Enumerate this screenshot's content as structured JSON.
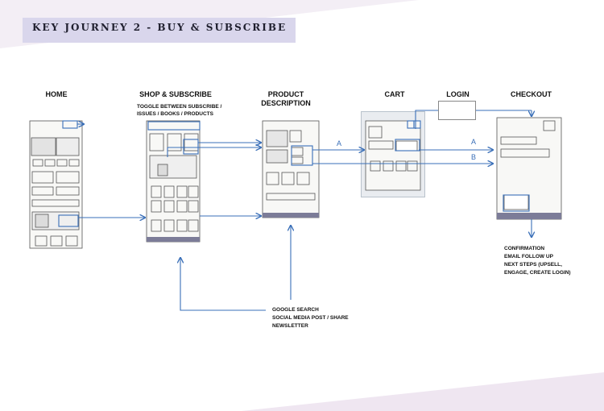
{
  "header": {
    "title": "KEY JOURNEY 2 - BUY & SUBSCRIBE"
  },
  "stages": {
    "home": "HOME",
    "shop": "SHOP & SUBSCRIBE",
    "product_line1": "PRODUCT",
    "product_line2": "DESCRIPTION",
    "cart": "CART",
    "login": "LOGIN",
    "checkout": "CHECKOUT"
  },
  "notes": {
    "toggle": [
      "TOGGLE BETWEEN SUBSCRIBE /",
      "ISSUES / BOOKS / PRODUCTS"
    ],
    "sources": [
      "GOOGLE SEARCH",
      "SOCIAL MEDIA POST / SHARE",
      "NEWSLETTER"
    ],
    "after_checkout": [
      "CONFIRMATION",
      "EMAIL FOLLOW UP",
      "NEXT STEPS (UPSELL,",
      "ENGAGE, CREATE LOGIN)"
    ]
  },
  "paths": {
    "a": "A",
    "b": "B"
  },
  "colors": {
    "arrow": "#3a6fb8",
    "title_band": "#d9d6ec",
    "corner_tint": "#ece2ef"
  }
}
